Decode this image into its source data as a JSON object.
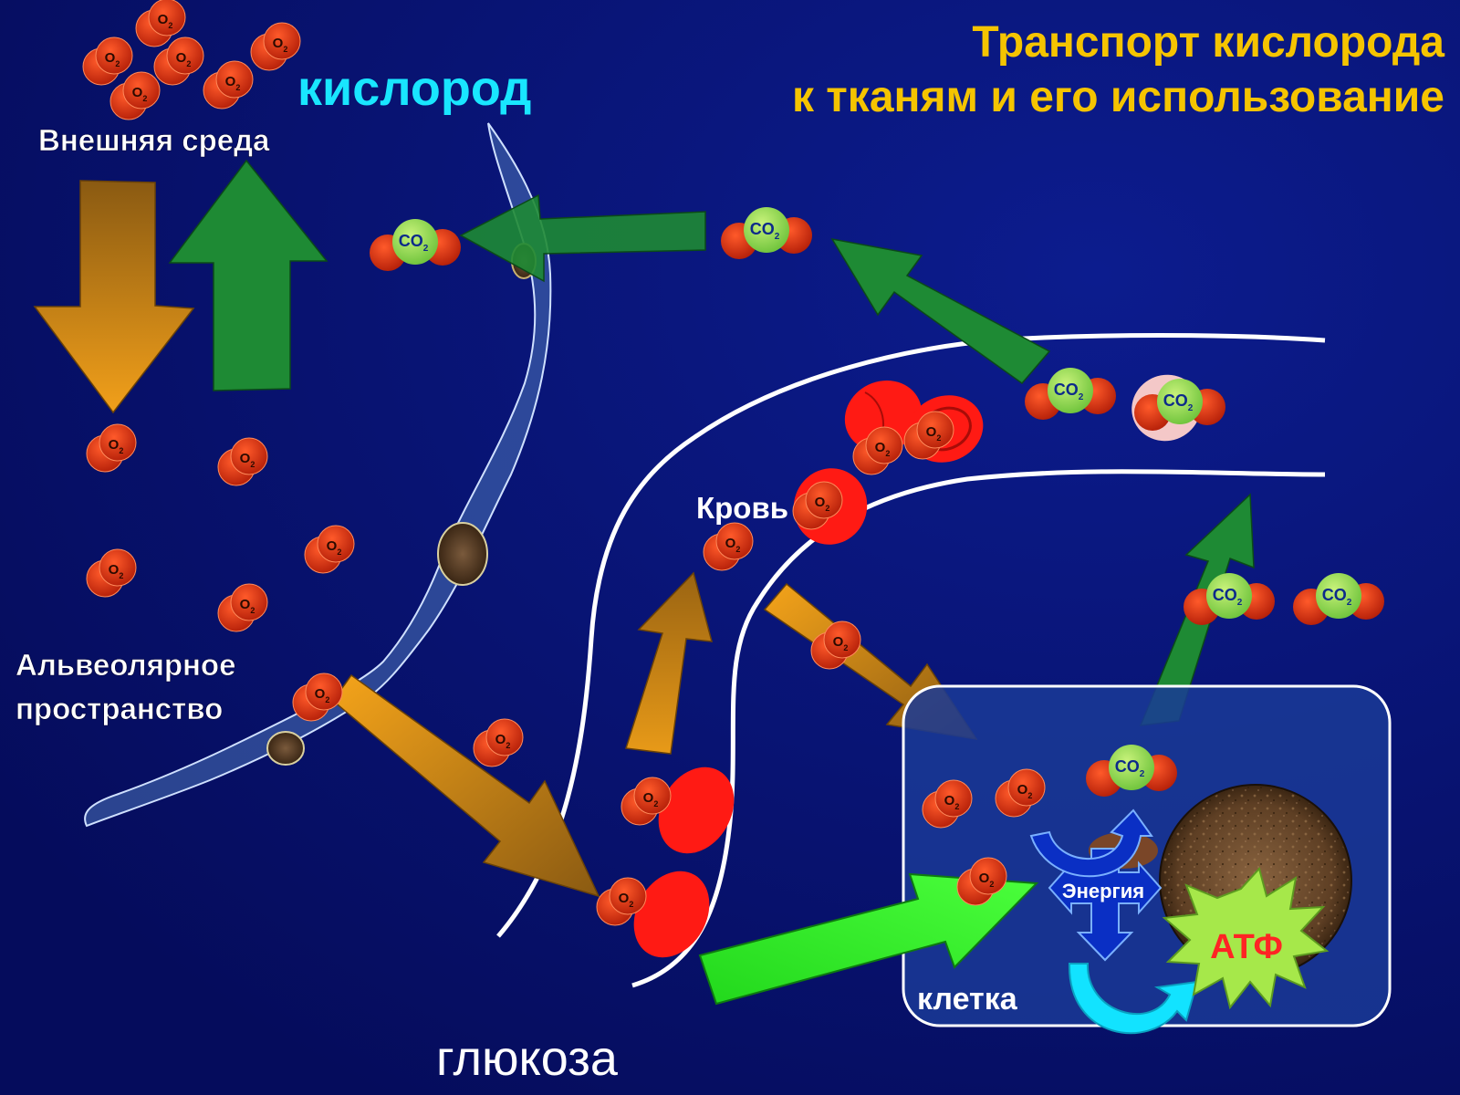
{
  "title": {
    "line1": "Транспорт кислорода",
    "line2": "к тканям и его использование"
  },
  "labels": {
    "oxygen": "кислород",
    "external": "Внешняя среда",
    "alveolar_line1": "Альвеолярное",
    "alveolar_line2": "пространство",
    "blood": "Кровь",
    "cell": "клетка",
    "glucose": "глюкоза",
    "energy": "Энергия",
    "atp": "АТФ"
  },
  "molecules": {
    "o2_text": "O",
    "co2_text": "CO",
    "subscript": "2"
  },
  "colors": {
    "background": "#06106a",
    "title": "#f5c400",
    "oxygen_word": "#19e6ff",
    "label_text": "#ffffff",
    "atom_red": "#cc2a10",
    "carbon_green": "#9be05a",
    "rbc_red": "#ff1a14",
    "arrow_orange": "#e69512",
    "arrow_green": "#1e8a34",
    "arrow_bright_green": "#33e32a",
    "atp_red": "#ff2424",
    "star_green": "#a6e84a",
    "energy_blue": "#0a2fc4",
    "cycle_cyan": "#12e3ff"
  },
  "icons": [
    "o2-molecule-icon",
    "co2-molecule-icon",
    "red-blood-cell-icon",
    "mitochondrion-icon",
    "nucleus-icon",
    "atp-starburst-icon"
  ]
}
